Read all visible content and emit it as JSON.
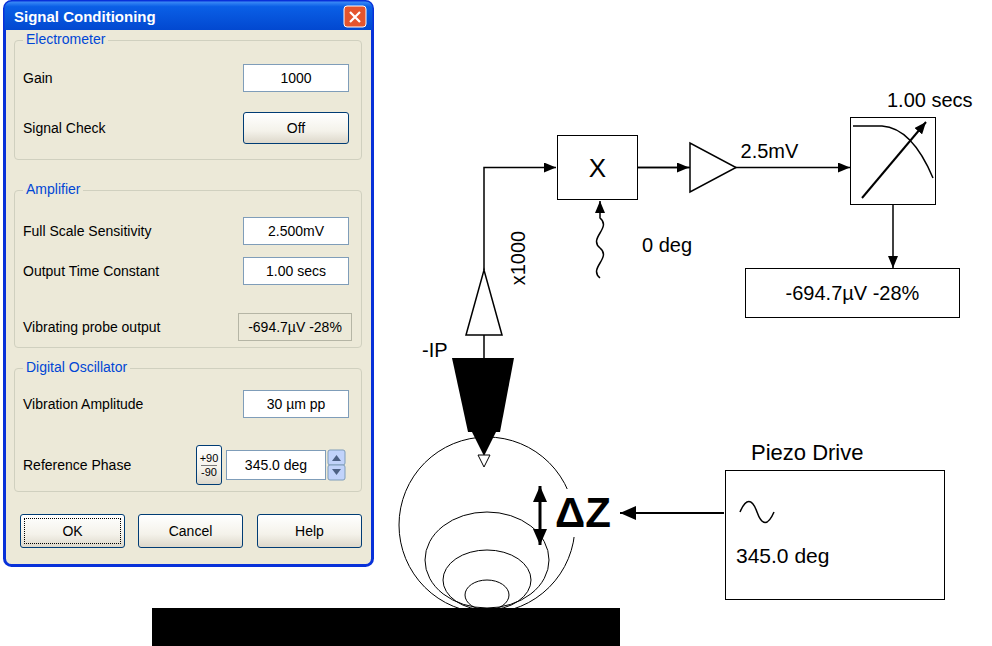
{
  "diagram": {
    "nodes": [
      {
        "text": [
          "Signal Conditioning"
        ]
      },
      {
        "text": [
          "Electrometer",
          "Gain",
          "Signal Check"
        ],
        "in": 0
      },
      {
        "text": [
          "1000"
        ],
        "in": 1
      },
      {
        "text": [
          "Off"
        ],
        "in": 1
      },
      {
        "text": [
          "Amplifier",
          "Full Scale Sensitivity",
          "Output Time Constant",
          "Vibrating probe output"
        ],
        "in": 0
      },
      {
        "text": [
          "2.500mV"
        ],
        "in": 4
      },
      {
        "text": [
          "1.00 secs"
        ],
        "in": 4
      },
      {
        "text": [
          "-694.7µV -28%"
        ],
        "in": 4
      },
      {
        "text": [
          "Digital Oscillator",
          "Vibration Amplitude",
          "Reference Phase"
        ],
        "in": 0
      },
      {
        "text": [
          "30 µm pp"
        ],
        "in": 8
      },
      {
        "text": [
          "+90",
          "-90"
        ],
        "in": 8
      },
      {
        "text": [
          "345.0 deg"
        ],
        "in": 8
      },
      {
        "text": [
          "OK"
        ],
        "in": 0
      },
      {
        "text": [
          "Cancel"
        ],
        "in": 0
      },
      {
        "text": [
          "Help"
        ],
        "in": 0
      },
      {
        "text": [
          "X"
        ]
      },
      {
        "text": [
          "1.00 secs"
        ]
      },
      {
        "text": [
          "-694.7µV -28%"
        ]
      },
      {
        "text": [
          "Piezo Drive",
          "345.0 deg"
        ]
      }
    ],
    "edges": [
      {
        "from": 15,
        "to": 16,
        "label": "2.5mV",
        "arrow": "to"
      },
      {
        "from": 16,
        "to": 17,
        "arrow": "to"
      }
    ],
    "labels": [
      "-IP",
      "x1000",
      "0 deg",
      "ΔZ"
    ]
  }
}
